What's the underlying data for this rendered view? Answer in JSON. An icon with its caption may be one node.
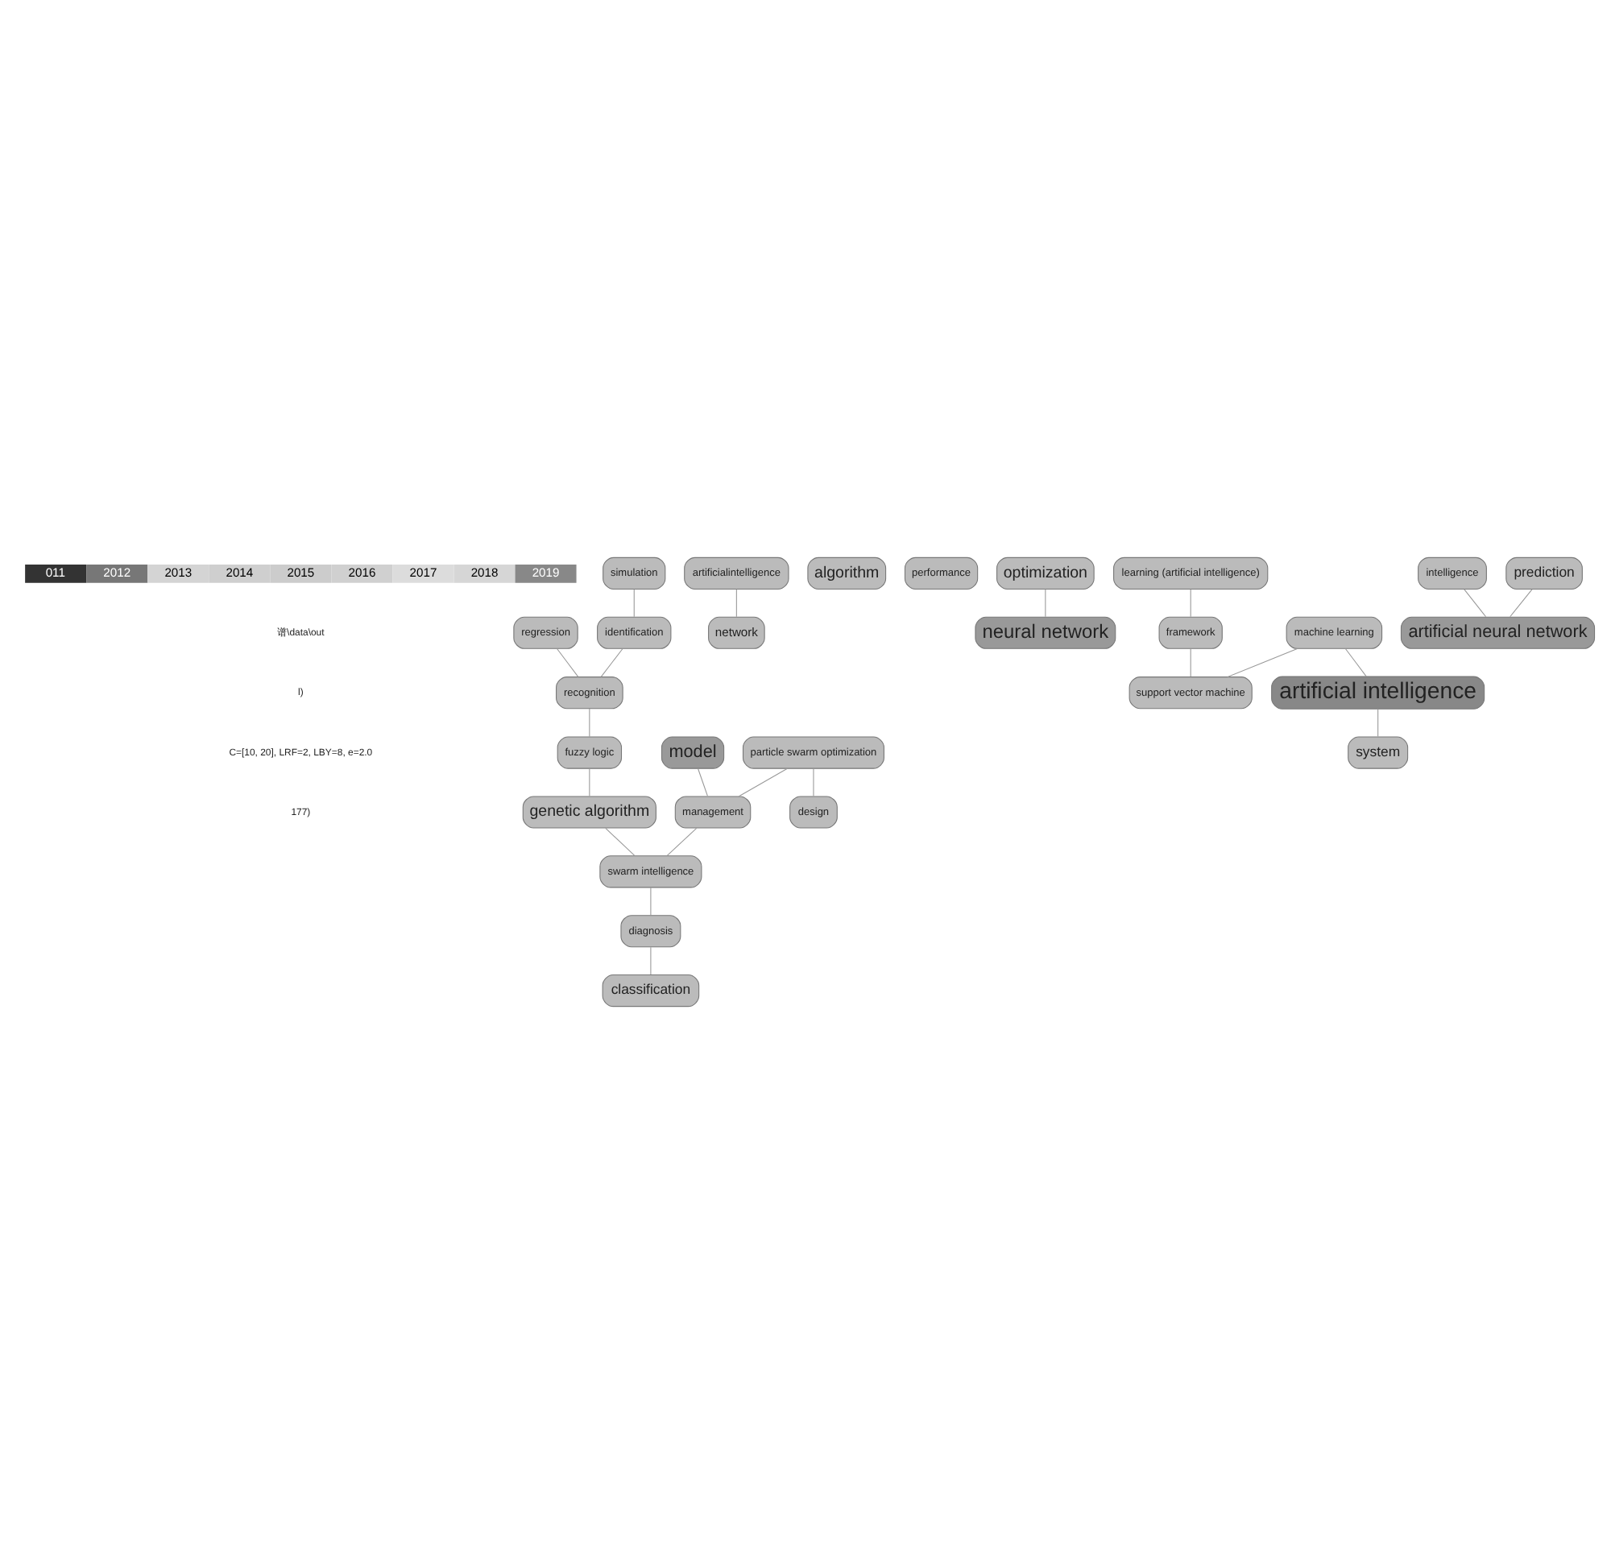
{
  "diagram": {
    "nodes": [
      {
        "text": [
          "model"
        ]
      },
      {
        "text": [
          "design"
        ]
      },
      {
        "text": [
          "regression"
        ]
      },
      {
        "text": [
          "simulation"
        ]
      },
      {
        "text": [
          "particle swarm optimization"
        ]
      },
      {
        "text": [
          "artificialintelligence"
        ]
      },
      {
        "text": [
          "management"
        ]
      },
      {
        "text": [
          "algorithm"
        ]
      },
      {
        "text": [
          "identification"
        ]
      },
      {
        "text": [
          "recognition"
        ]
      },
      {
        "text": [
          "performance"
        ]
      },
      {
        "text": [
          "optimization"
        ]
      },
      {
        "text": [
          "diagnosis"
        ]
      },
      {
        "text": [
          "network"
        ]
      },
      {
        "text": [
          "fuzzy logic"
        ]
      },
      {
        "text": [
          "swarm intelligence"
        ]
      },
      {
        "text": [
          "neural network"
        ]
      },
      {
        "text": [
          "genetic algorithm"
        ]
      },
      {
        "text": [
          "classification"
        ]
      },
      {
        "text": [
          "learning (artificial intelligence)"
        ]
      },
      {
        "text": [
          "intelligence"
        ]
      },
      {
        "text": [
          "framework"
        ]
      },
      {
        "text": [
          "prediction"
        ]
      },
      {
        "text": [
          "support vector machine"
        ]
      },
      {
        "text": [
          "artificial neural network"
        ]
      },
      {
        "text": [
          "machine learning"
        ]
      },
      {
        "text": [
          "artificial intelligence"
        ]
      },
      {
        "text": [
          "system"
        ]
      }
    ],
    "edges": [
      {
        "from": 5,
        "to": 13,
        "arrow": "none"
      },
      {
        "from": 2,
        "to": 9,
        "arrow": "none"
      },
      {
        "from": 8,
        "to": 9,
        "arrow": "none"
      },
      {
        "from": 3,
        "to": 8,
        "arrow": "none"
      },
      {
        "from": 0,
        "to": 6,
        "arrow": "none"
      },
      {
        "from": 4,
        "to": 6,
        "arrow": "none"
      },
      {
        "from": 4,
        "to": 1,
        "arrow": "none"
      },
      {
        "from": 6,
        "to": 15,
        "arrow": "none"
      },
      {
        "from": 9,
        "to": 14,
        "arrow": "none"
      },
      {
        "from": 14,
        "to": 17,
        "arrow": "none"
      },
      {
        "from": 17,
        "to": 15,
        "arrow": "none"
      },
      {
        "from": 15,
        "to": 12,
        "arrow": "none"
      },
      {
        "from": 12,
        "to": 18,
        "arrow": "none"
      },
      {
        "from": 11,
        "to": 16,
        "arrow": "none"
      },
      {
        "from": 19,
        "to": 21,
        "arrow": "none"
      },
      {
        "from": 21,
        "to": 23,
        "arrow": "none"
      },
      {
        "from": 20,
        "to": 24,
        "arrow": "none"
      },
      {
        "from": 22,
        "to": 24,
        "arrow": "none"
      },
      {
        "from": 25,
        "to": 23,
        "arrow": "none"
      },
      {
        "from": 25,
        "to": 26,
        "arrow": "none"
      },
      {
        "from": 26,
        "to": 27,
        "arrow": "none"
      }
    ],
    "labels": [
      "谱\\data\\out",
      "l)",
      "C=[10, 20], LRF=2, LBY=8, e=2.0",
      "177)"
    ],
    "legend": [
      {
        "text": "011",
        "color": "#333333"
      },
      {
        "text": "2012",
        "color": "#777777"
      },
      {
        "text": "2013",
        "color": "#d4d4d4"
      },
      {
        "text": "2014",
        "color": "#cfcfcf"
      },
      {
        "text": "2015",
        "color": "#cccccc"
      },
      {
        "text": "2016",
        "color": "#d0d0d0"
      },
      {
        "text": "2017",
        "color": "#dcdcdc"
      },
      {
        "text": "2018",
        "color": "#d6d6d6"
      },
      {
        "text": "2019",
        "color": "#888888"
      }
    ]
  }
}
